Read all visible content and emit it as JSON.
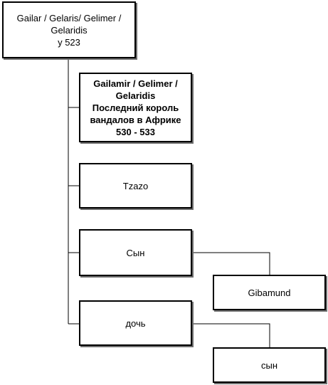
{
  "tree": {
    "root": {
      "text": "Gailar / Gelaris/ Gelimer /\nGelaridis\nу 523"
    },
    "children": [
      {
        "text": "Gailamir / Gelimer /\nGelaridis\nПоследний король\nвандалов в Африке\n530 - 533"
      },
      {
        "text": "Tzazo"
      },
      {
        "text": "Сын",
        "child": {
          "text": "Gibamund"
        }
      },
      {
        "text": "дочь",
        "child": {
          "text": "сын"
        }
      }
    ]
  }
}
